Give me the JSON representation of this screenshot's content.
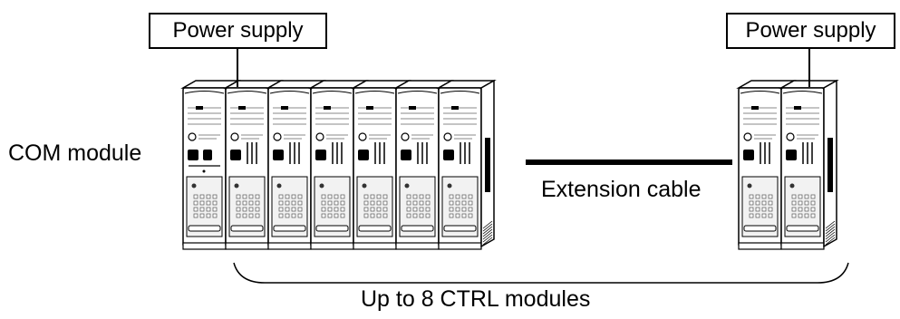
{
  "labels": {
    "power_supply_left": "Power supply",
    "power_supply_right": "Power supply",
    "com_module": "COM module",
    "extension_cable": "Extension cable",
    "ctrl_modules": "Up to 8 CTRL modules"
  },
  "left_group_module_count": 7,
  "right_group_module_count": 2,
  "colors": {
    "line": "#000000",
    "module_face": "#ffffff",
    "module_shade": "#d0d0d0"
  }
}
